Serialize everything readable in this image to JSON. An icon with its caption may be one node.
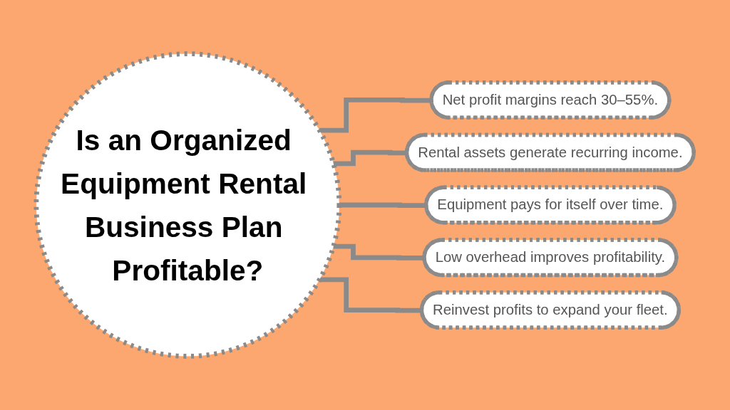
{
  "diagram": {
    "nodes": [
      {
        "text": [
          "Is an Organized Equipment Rental Business Plan Profitable?"
        ]
      },
      {
        "text": [
          "Net profit margins reach 30–55%."
        ]
      },
      {
        "text": [
          "Rental assets generate recurring income."
        ]
      },
      {
        "text": [
          "Equipment pays for itself over time."
        ]
      },
      {
        "text": [
          "Low overhead improves profitability."
        ]
      },
      {
        "text": [
          "Reinvest profits to expand your fleet."
        ]
      }
    ],
    "edges": [
      {
        "from": 0,
        "to": 1,
        "arrow": "none"
      },
      {
        "from": 0,
        "to": 2,
        "arrow": "none"
      },
      {
        "from": 0,
        "to": 3,
        "arrow": "none"
      },
      {
        "from": 0,
        "to": 4,
        "arrow": "none"
      },
      {
        "from": 0,
        "to": 5,
        "arrow": "none"
      }
    ]
  }
}
